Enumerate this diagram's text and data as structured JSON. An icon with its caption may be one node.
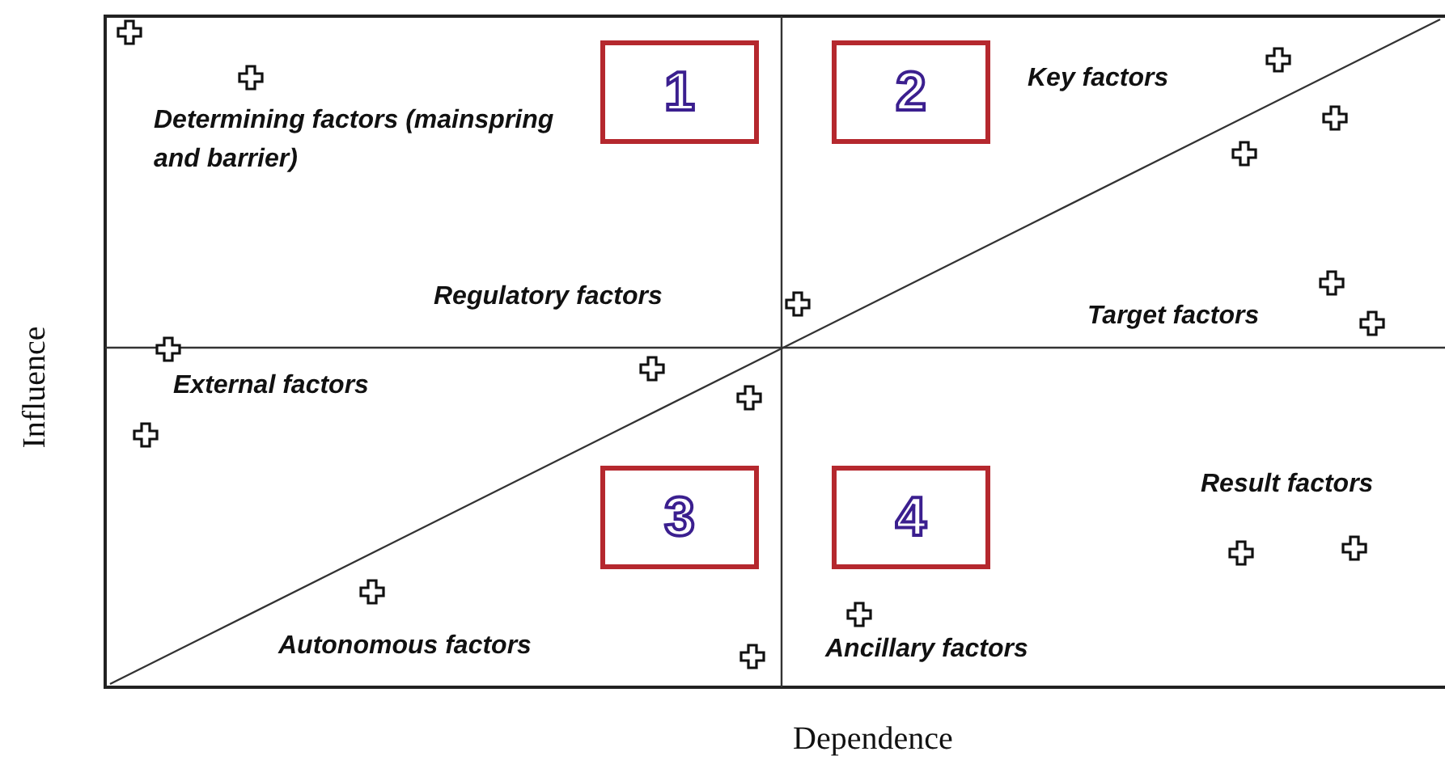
{
  "diagram": {
    "nodes": [
      {
        "text": [
          "1"
        ]
      },
      {
        "text": [
          "2"
        ]
      },
      {
        "text": [
          "3"
        ]
      },
      {
        "text": [
          "4"
        ]
      }
    ],
    "labels": [
      "Determining factors (mainspring and barrier)",
      "Key factors",
      "Regulatory factors",
      "Target factors",
      "External factors",
      "Result factors",
      "Autonomous factors",
      "Ancillary factors",
      "Influence",
      "Dependence"
    ]
  }
}
